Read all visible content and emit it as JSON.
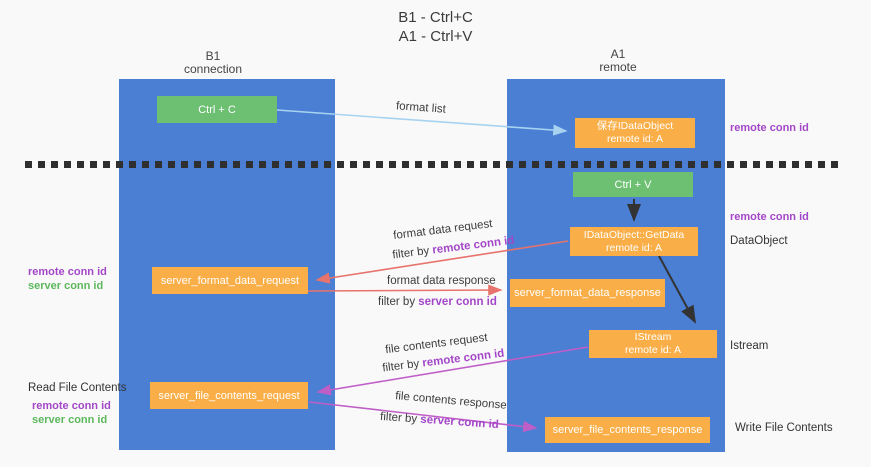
{
  "title": {
    "line1": "B1 - Ctrl+C",
    "line2": "A1 - Ctrl+V"
  },
  "actors": {
    "left": {
      "name": "B1",
      "role": "connection"
    },
    "right": {
      "name": "A1",
      "role": "remote"
    }
  },
  "nodes": {
    "ctrl_c": {
      "label": "Ctrl + C"
    },
    "ctrl_v": {
      "label": "Ctrl + V"
    },
    "save_dataobject": {
      "line1": "保存IDataObject",
      "line2": "remote id: A"
    },
    "getdata": {
      "line1": "IDataObject::GetData",
      "line2": "remote id: A"
    },
    "istream": {
      "line1": "IStream",
      "line2": "remote id: A"
    },
    "format_request": {
      "label": "server_format_data_request"
    },
    "format_response": {
      "label": "server_format_data_response"
    },
    "file_request": {
      "label": "server_file_contents_request"
    },
    "file_response": {
      "label": "server_file_contents_response"
    }
  },
  "side_labels": {
    "remote_conn_id_top_right": "remote conn id",
    "remote_conn_id_mid_right": "remote conn id",
    "dataobject": "DataObject",
    "istream": "Istream",
    "write_file_contents": "Write File Contents",
    "remote_conn_id_left": "remote conn id",
    "server_conn_id_left": "server conn id",
    "read_file_contents": "Read File Contents",
    "remote_conn_id_bottom_left": "remote conn id",
    "server_conn_id_bottom_left": "server conn id"
  },
  "edge_labels": {
    "format_list": "format list",
    "format_data_request": "format data request",
    "format_data_response": "format data response",
    "file_contents_request": "file contents request",
    "file_contents_response": "file contents response",
    "filter_by": "filter by ",
    "remote_conn_id": "remote conn id",
    "server_conn_id": "server conn id"
  },
  "colors": {
    "lifeline_blue": "#4a7fd4",
    "action_green": "#6dbf72",
    "message_orange": "#f9ae47",
    "arrow_light_blue": "#a7d3f1",
    "arrow_salmon": "#e7736c",
    "arrow_magenta": "#c05ec7",
    "text_purple": "#a347c8",
    "text_green": "#5cb85c",
    "arrow_black": "#333333"
  }
}
